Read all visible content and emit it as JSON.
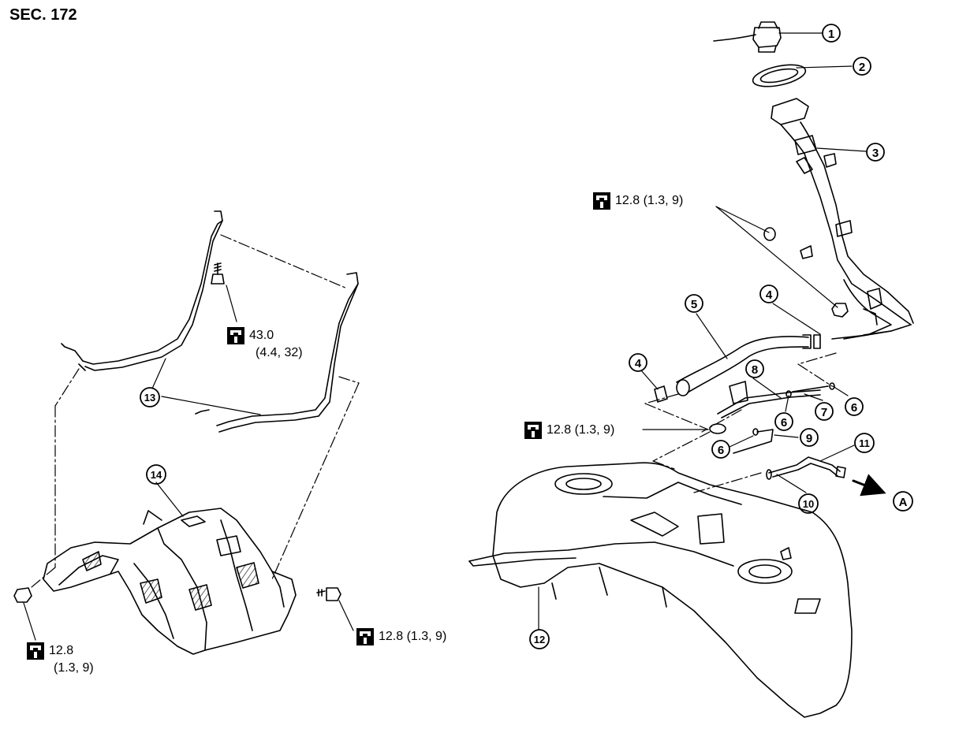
{
  "section_title": "SEC. 172",
  "callouts": {
    "c1": "1",
    "c2": "2",
    "c3": "3",
    "c4a": "4",
    "c4b": "4",
    "c5": "5",
    "c6a": "6",
    "c6b": "6",
    "c6c": "6",
    "c7": "7",
    "c8": "8",
    "c9": "9",
    "c10": "10",
    "c11": "11",
    "c12": "12",
    "c13": "13",
    "c14": "14",
    "cA": "A"
  },
  "torque_labels": {
    "strap_bolt_value": "43.0",
    "strap_bolt_sub": "(4.4, 32)",
    "filler_tube_nut": "12.8 (1.3, 9)",
    "tank_nut": "12.8 (1.3, 9)",
    "shield_bolt_right": "12.8 (1.3, 9)",
    "shield_nut_left_value": "12.8",
    "shield_nut_left_sub": "(1.3, 9)"
  },
  "icons": [
    "torque-wrench-icon"
  ]
}
